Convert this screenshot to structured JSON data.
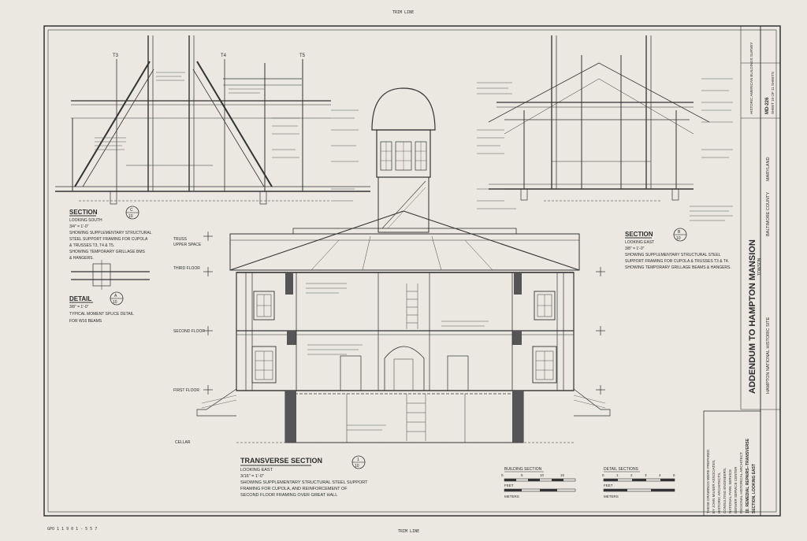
{
  "trim_top": "TRIM LINE",
  "trim_bottom": "TRIM LINE",
  "bottom_left_note": "GPO 1 1 9 0 1 - 5 5 7",
  "section_left": {
    "title": "SECTION",
    "looking": "LOOKING SOUTH",
    "scale": "3/4\" = 1'-0\"",
    "notes": [
      "SHOWING SUPPLEMENTARY STRUCTURAL",
      "STEEL SUPPORT FRAMING FOR CUPOLA",
      "& TRUSSES T3, T4 & T5.",
      "SHOWING TEMPORARY GRILLAGE BMS",
      "& HANGERS."
    ],
    "ref_num": "C",
    "ref_sheet": "10",
    "truss_labels": [
      "T3",
      "T4",
      "T5"
    ]
  },
  "detail": {
    "title": "DETAIL",
    "scale": "3/8\" = 1'-0\"",
    "notes": [
      "TYPICAL MOMENT SPLICE DETAIL",
      "FOR W16 BEAMS"
    ],
    "ref_num": "A",
    "ref_sheet": "10"
  },
  "section_right": {
    "title": "SECTION",
    "looking": "LOOKING EAST",
    "scale": "3/8\" = 1'-0\"",
    "notes": [
      "SHOWING SUPPLEMENTARY STRUCTURAL STEEL",
      "SUPPORT FRAMING FOR CUPOLA & TRUSSES T3 & T4.",
      "SHOWING TEMPORARY GRILLAGE BEAMS & HANGERS."
    ],
    "ref_num": "B",
    "ref_sheet": "10"
  },
  "transverse": {
    "title": "TRANSVERSE  SECTION",
    "looking": "LOOKING EAST",
    "scale": "3/16\" = 1'-0\"",
    "notes": [
      "SHOWING SUPPLEMENTARY STRUCTURAL STEEL SUPPORT",
      "FRAMING FOR CUPOLA, AND REINFORCEMENT OF",
      "SECOND FLOOR FRAMING OVER GREAT HALL"
    ],
    "ref_num": "1",
    "ref_sheet": "10"
  },
  "floor_labels": {
    "truss": "TRUSS",
    "upper_space": "UPPER SPACE",
    "third": "THIRD FLOOR",
    "second": "SECOND FLOOR",
    "first": "FIRST FLOOR",
    "cellar": "CELLAR"
  },
  "scales": {
    "building": {
      "title": "BUILDING SECTION",
      "feet_label": "FEET",
      "meters_label": "METERS",
      "feet_ticks": [
        "0",
        "5",
        "10",
        "15"
      ]
    },
    "detail": {
      "title": "DETAIL SECTIONS",
      "feet_label": "FEET",
      "meters_label": "METERS",
      "feet_ticks": [
        "0",
        "1",
        "2",
        "3",
        "4",
        "5"
      ]
    }
  },
  "title_block": {
    "main_title": "ADDENDUM TO HAMPTON MANSION",
    "subtitle": "HAMPTON NATIONAL HISTORIC SITE",
    "county": "BALTIMORE COUNTY",
    "city": "TOWSON",
    "state": "MARYLAND",
    "survey": "HISTORIC AMERICAN BUILDINGS SURVEY",
    "survey_no": "MD-226",
    "sheet": "SHEET 10 OF 11 SHEETS",
    "sheet_title_1": "10. REMEDIAL REPAIRS--TRANSVERSE",
    "sheet_title_2": "SECTION, LOOKING EAST",
    "credits": [
      "THESE DRAWINGS WERE PREPARED",
      "BY JOHN MILNER ASSOCIATES,",
      "HISTORIC ARCHITECTS,",
      "CONSULTING ENGINEERS,",
      "NATIONAL PARK SERVICE",
      "DENVER SERVICE CENTER",
      "REGIONAL HISTORICAL ARCHITECT"
    ]
  }
}
